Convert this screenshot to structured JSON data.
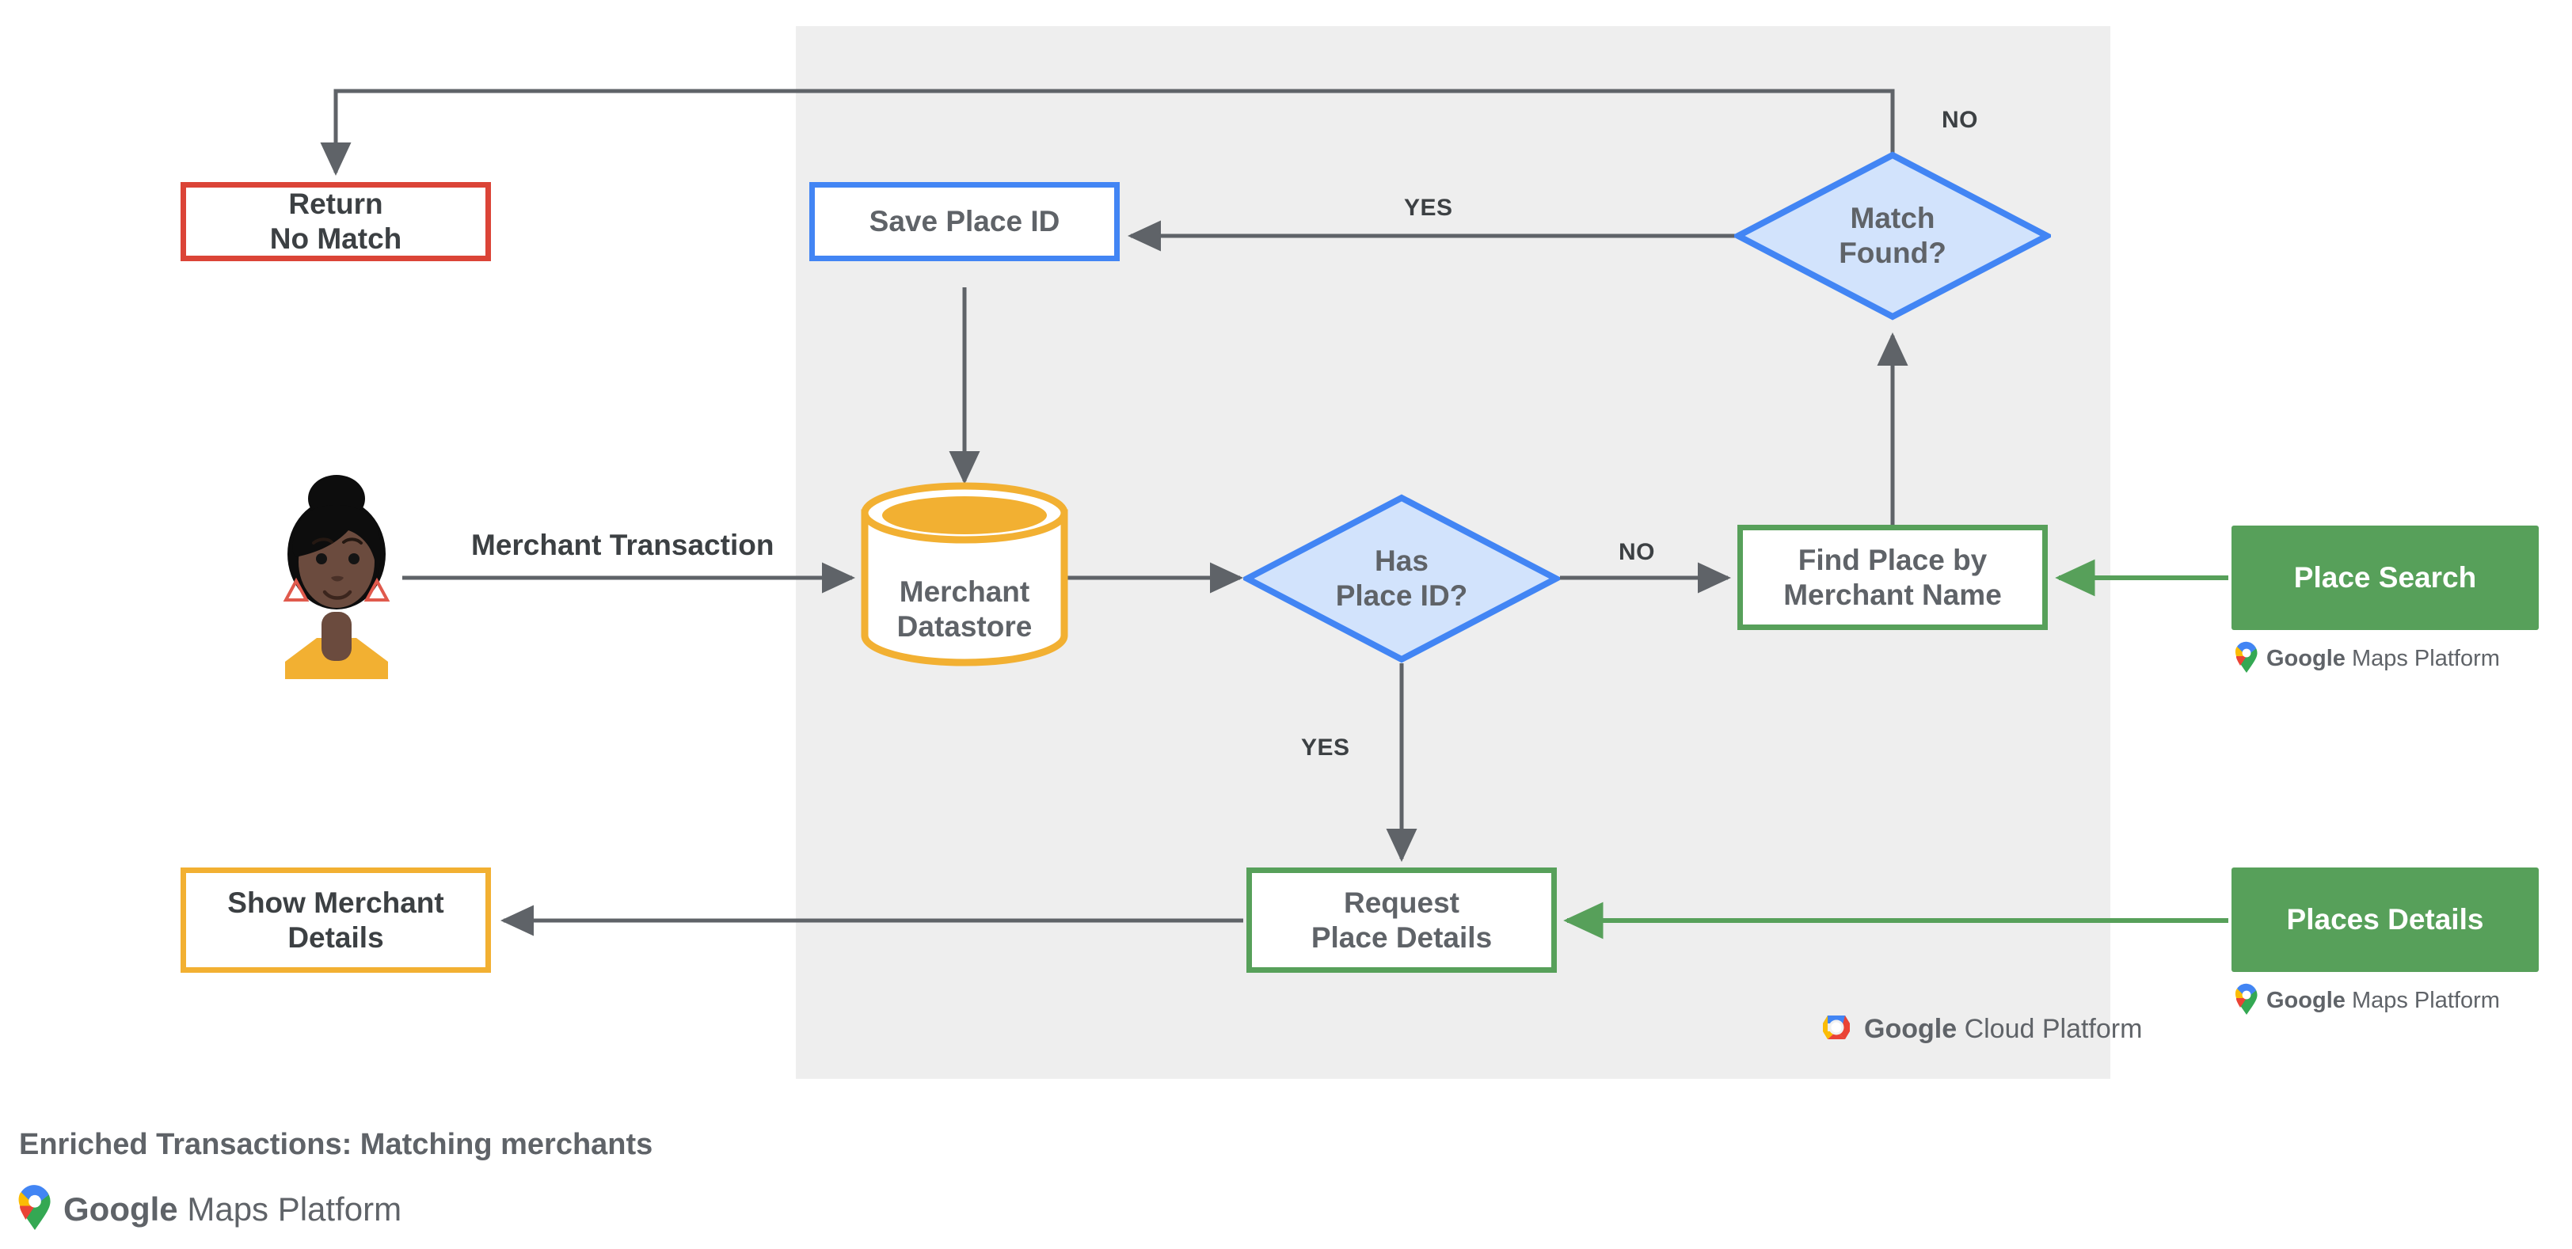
{
  "caption": {
    "title": "Enriched Transactions: Matching merchants",
    "logo": {
      "brand": "Google",
      "product": "Maps Platform",
      "name": "google-maps-platform-logo"
    }
  },
  "panel": {
    "name": "google-cloud-platform-region"
  },
  "cloud_logo": {
    "brand": "Google",
    "product": "Cloud Platform"
  },
  "flow_label": {
    "merchant_transaction": "Merchant Transaction"
  },
  "nodes": {
    "return_no_match": {
      "line1": "Return",
      "line2": "No Match",
      "color": "#DB4437",
      "shape": "rect"
    },
    "save_place_id": {
      "line1": "Save Place ID",
      "color": "#4285F4",
      "shape": "rect"
    },
    "merchant_datastore": {
      "line1": "Merchant",
      "line2": "Datastore",
      "color": "#F2B032",
      "shape": "cylinder"
    },
    "has_place_id": {
      "line1": "Has",
      "line2": "Place ID?",
      "color": "#4285F4",
      "shape": "diamond"
    },
    "match_found": {
      "line1": "Match",
      "line2": "Found?",
      "color": "#4285F4",
      "shape": "diamond"
    },
    "find_place_by_merchant_name": {
      "line1": "Find Place by",
      "line2": "Merchant Name",
      "color": "#57A05A",
      "shape": "rect"
    },
    "request_place_details": {
      "line1": "Request",
      "line2": "Place Details",
      "color": "#57A05A",
      "shape": "rect"
    },
    "show_merchant_details": {
      "line1": "Show Merchant",
      "line2": "Details",
      "color": "#F2B032",
      "shape": "rect"
    },
    "place_search": {
      "line1": "Place Search",
      "color": "#57A05A",
      "shape": "solid-rect"
    },
    "places_details": {
      "line1": "Places Details",
      "color": "#57A05A",
      "shape": "solid-rect"
    }
  },
  "edge_labels": {
    "has_place_id_no": "NO",
    "has_place_id_yes": "YES",
    "match_found_no": "NO",
    "match_found_yes": "YES"
  },
  "api_logos": {
    "place_search": {
      "brand": "Google",
      "product": "Maps Platform"
    },
    "places_details": {
      "brand": "Google",
      "product": "Maps Platform"
    }
  },
  "colors": {
    "panel_bg": "#eeeeee",
    "wire": "#5f6368",
    "green": "#57A05A",
    "blue": "#4285F4",
    "blue_fill": "#D2E3FC",
    "yellow": "#F2B032",
    "red": "#DB4437",
    "text": "#5f6368"
  }
}
